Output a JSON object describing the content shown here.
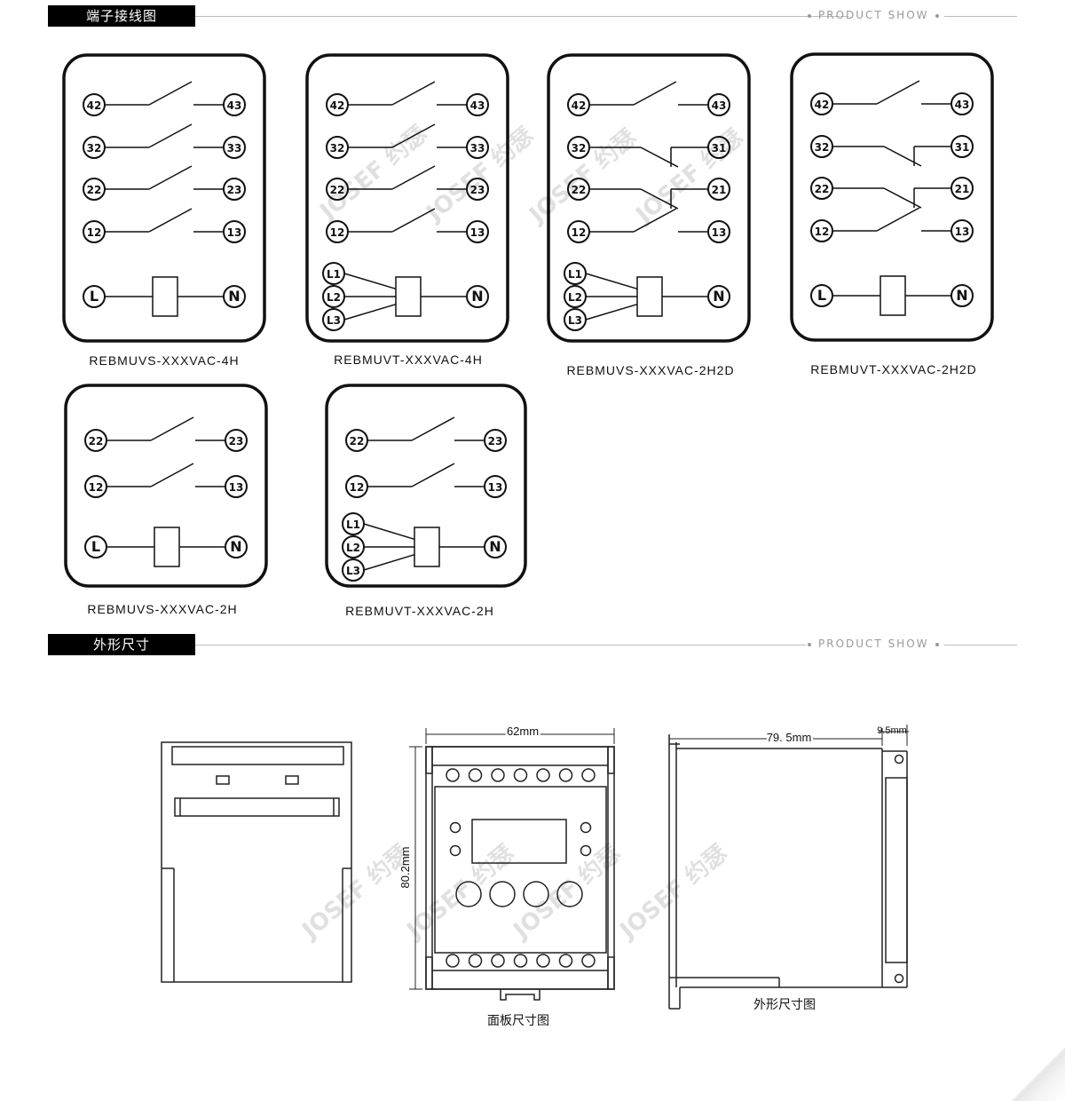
{
  "sections": {
    "wiring": {
      "title": "端子接线图",
      "tag": "PRODUCT SHOW"
    },
    "dimensions": {
      "title": "外形尺寸",
      "tag": "PRODUCT SHOW"
    }
  },
  "diagrams": [
    {
      "model": "REBMUVS-XXXVAC-4H",
      "contacts": [
        [
          "42",
          "43"
        ],
        [
          "32",
          "33"
        ],
        [
          "22",
          "23"
        ],
        [
          "12",
          "13"
        ]
      ],
      "power": [
        "L",
        "N"
      ]
    },
    {
      "model": "REBMUVT-XXXVAC-4H",
      "contacts": [
        [
          "42",
          "43"
        ],
        [
          "32",
          "33"
        ],
        [
          "22",
          "23"
        ],
        [
          "12",
          "13"
        ]
      ],
      "power": [
        "L1",
        "L2",
        "L3",
        "N"
      ]
    },
    {
      "model": "REBMUVS-XXXVAC-2H2D",
      "contacts": [
        [
          "42",
          "43"
        ],
        [
          "32",
          "31"
        ],
        [
          "22",
          "21"
        ],
        [
          "12",
          "13"
        ]
      ],
      "power": [
        "L1",
        "L2",
        "L3",
        "N"
      ]
    },
    {
      "model": "REBMUVT-XXXVAC-2H2D",
      "contacts": [
        [
          "42",
          "43"
        ],
        [
          "32",
          "31"
        ],
        [
          "22",
          "21"
        ],
        [
          "12",
          "13"
        ]
      ],
      "power": [
        "L",
        "N"
      ]
    },
    {
      "model": "REBMUVS-XXXVAC-2H",
      "contacts": [
        [
          "22",
          "23"
        ],
        [
          "12",
          "13"
        ]
      ],
      "power": [
        "L",
        "N"
      ]
    },
    {
      "model": "REBMUVT-XXXVAC-2H",
      "contacts": [
        [
          "22",
          "23"
        ],
        [
          "12",
          "13"
        ]
      ],
      "power": [
        "L1",
        "L2",
        "L3",
        "N"
      ]
    }
  ],
  "drawing": {
    "width_dim": "62mm",
    "height_dim": "80.2mm",
    "depth_dim": "79. 5mm",
    "rail_dim": "9.5mm",
    "panel_caption": "面板尺寸图",
    "outline_caption": "外形尺寸图",
    "watermark": "JOSEF 约瑟"
  }
}
